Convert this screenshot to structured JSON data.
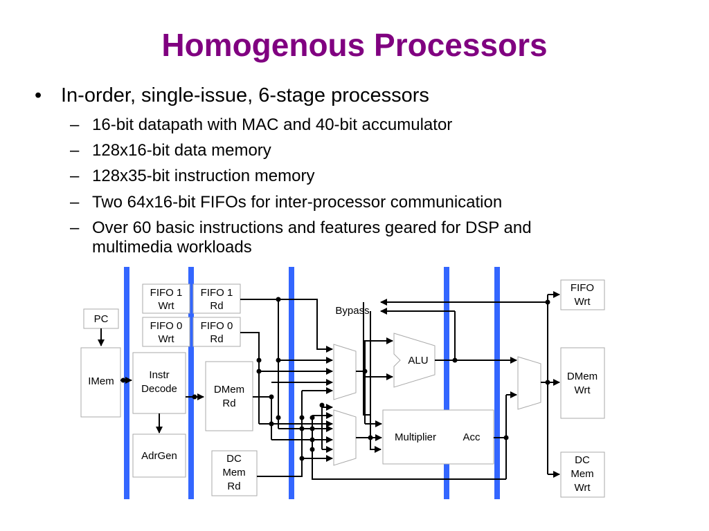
{
  "title": "Homogenous Processors",
  "bullet": "In-order, single-issue, 6-stage processors",
  "subbullets": [
    "16-bit datapath with MAC and 40-bit accumulator",
    "128x16-bit data memory",
    "128x35-bit instruction memory",
    "Two 64x16-bit FIFOs for inter-processor communication"
  ],
  "last_sub": {
    "line1": "Over 60 basic instructions and features geared for DSP and",
    "line2": "multimedia workloads"
  },
  "diagram": {
    "pc": "PC",
    "imem": "IMem",
    "instr": [
      "Instr",
      "Decode"
    ],
    "adrgen": "AdrGen",
    "fifo1wrt": [
      "FIFO 1",
      "Wrt"
    ],
    "fifo1rd": [
      "FIFO 1",
      "Rd"
    ],
    "fifo0wrt": [
      "FIFO 0",
      "Wrt"
    ],
    "fifo0rd": [
      "FIFO 0",
      "Rd"
    ],
    "dmemrd": [
      "DMem",
      "Rd"
    ],
    "dcmemrd": [
      "DC",
      "Mem",
      "Rd"
    ],
    "bypass": "Bypass",
    "alu": "ALU",
    "multiplier": "Multiplier",
    "acc": "Acc",
    "fifowrt": [
      "FIFO",
      "Wrt"
    ],
    "dmemwrt": [
      "DMem",
      "Wrt"
    ],
    "dcmemwrt": [
      "DC",
      "Mem",
      "Wrt"
    ]
  },
  "colors": {
    "title": "#800080",
    "pipeline_bar": "#3366ff"
  }
}
